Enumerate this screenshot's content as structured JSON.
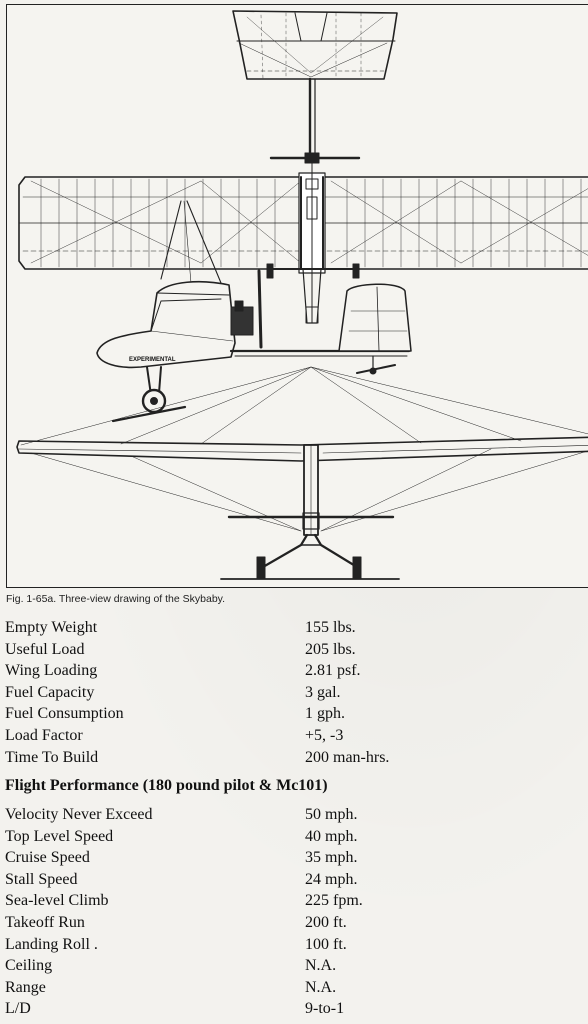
{
  "figure": {
    "caption": "Fig. 1-65a. Three-view drawing of the Skybaby.",
    "fuselage_marking": "EXPERIMENTAL"
  },
  "specifications": [
    {
      "label": "Empty Weight",
      "value": "155 lbs."
    },
    {
      "label": "Useful Load",
      "value": "205 lbs."
    },
    {
      "label": "Wing Loading",
      "value": "2.81 psf."
    },
    {
      "label": "Fuel Capacity",
      "value": "3 gal."
    },
    {
      "label": "Fuel Consumption",
      "value": "1 gph."
    },
    {
      "label": "Load Factor",
      "value": "+5, -3"
    },
    {
      "label": "Time To Build",
      "value": "200 man-hrs."
    }
  ],
  "flight_performance": {
    "heading": "Flight Performance (180 pound pilot & Mc101)",
    "rows": [
      {
        "label": "Velocity Never Exceed",
        "value": "50 mph."
      },
      {
        "label": "Top Level Speed",
        "value": "40 mph."
      },
      {
        "label": "Cruise Speed",
        "value": "35 mph."
      },
      {
        "label": "Stall Speed",
        "value": "24 mph."
      },
      {
        "label": "Sea-level Climb",
        "value": "225 fpm."
      },
      {
        "label": "Takeoff Run",
        "value": "200 ft."
      },
      {
        "label": "Landing Roll .",
        "value": "100 ft."
      },
      {
        "label": "Ceiling",
        "value": "N.A."
      },
      {
        "label": "Range",
        "value": "N.A."
      },
      {
        "label": "L/D",
        "value": "9-to-1"
      }
    ]
  }
}
